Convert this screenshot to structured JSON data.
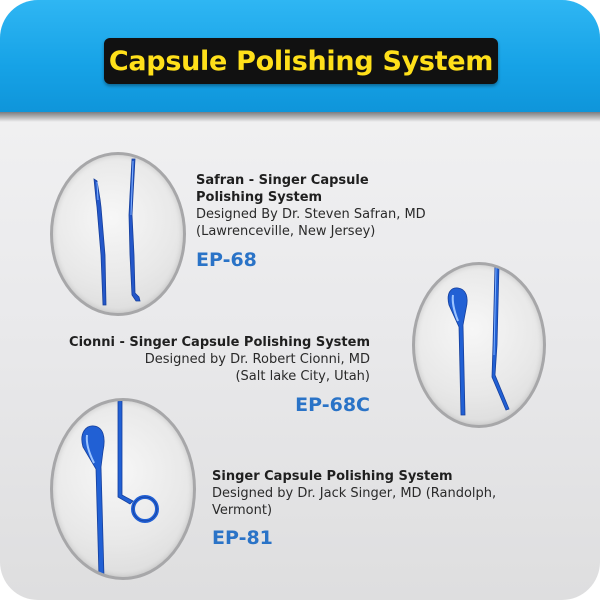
{
  "title": "Capsule Polishing System",
  "products": [
    {
      "name_line1": "Safran - Singer Capsule",
      "name_line2": "Polishing System",
      "designer_line1": "Designed By Dr. Steven Safran, MD",
      "designer_line2": "(Lawrenceville, New Jersey)",
      "code": "EP-68",
      "image_icon": "straight-polisher-instrument-icon"
    },
    {
      "name_line1": "Cionni - Singer Capsule Polishing System",
      "designer_line1": "Designed by Dr. Robert Cionni, MD",
      "designer_line2": "(Salt lake City, Utah)",
      "code": "EP-68C",
      "image_icon": "paddle-polisher-instrument-icon"
    },
    {
      "name_line1": "Singer Capsule Polishing System",
      "designer_line1": "Designed by Dr. Jack Singer, MD (Randolph,",
      "designer_line2": "Vermont)",
      "code": "EP-81",
      "image_icon": "paddle-ring-polisher-instrument-icon"
    }
  ],
  "colors": {
    "header_blue": "#16a2e6",
    "title_yellow": "#ffe01a",
    "code_blue": "#2a73c7",
    "instrument_blue": "#1f5fd0"
  }
}
